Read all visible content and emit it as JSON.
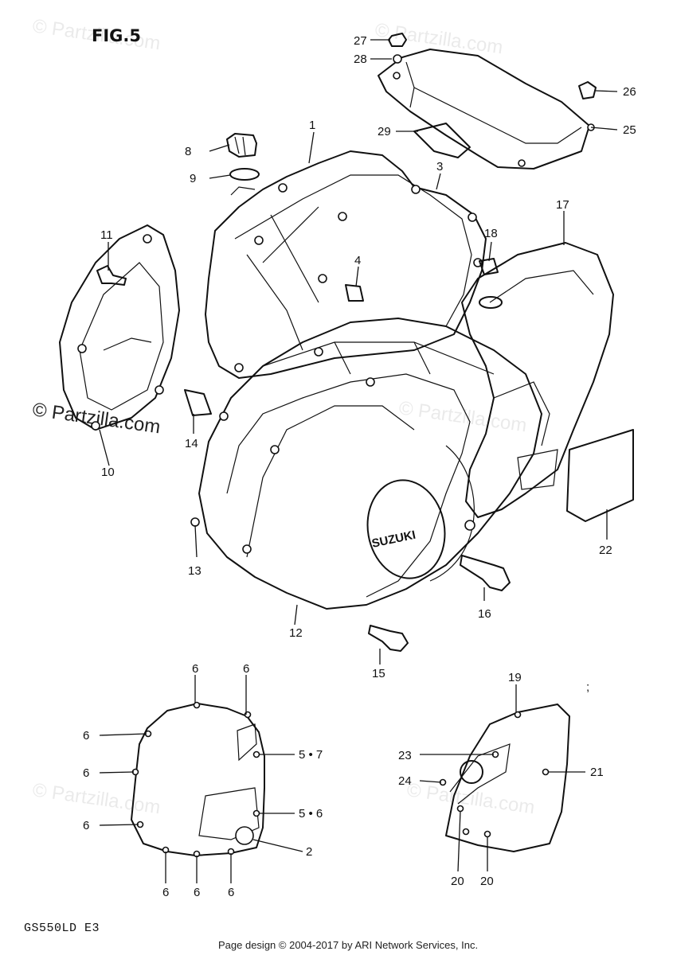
{
  "title": "FIG.5",
  "model_code": "GS550LD E3",
  "footer": "Page design © 2004-2017 by ARI Network Services, Inc.",
  "watermark": "© Partzilla.com",
  "callouts": [
    "1",
    "2",
    "3",
    "4",
    "5 • 6",
    "5 • 7",
    "6",
    "8",
    "9",
    "10",
    "11",
    "12",
    "13",
    "14",
    "15",
    "16",
    "17",
    "18",
    "19",
    "20",
    "21",
    "22",
    "23",
    "24",
    "25",
    "26",
    "27",
    "28",
    "29"
  ],
  "brand_mark": "SUZUKI"
}
